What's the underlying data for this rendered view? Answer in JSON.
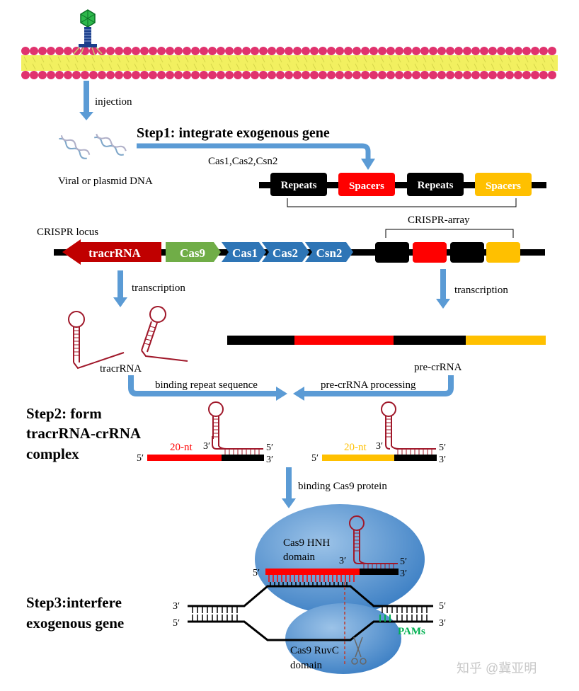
{
  "labels": {
    "injection": "injection",
    "viral_dna": "Viral or plasmid DNA",
    "step1": "Step1:  integrate exogenous gene",
    "cas_genes": "Cas1,Cas2,Csn2",
    "repeats": "Repeats",
    "spacers": "Spacers",
    "crispr_array": "CRISPR-array",
    "crispr_locus": "CRISPR locus",
    "tracrrna_gene": "tracrRNA",
    "cas9": "Cas9",
    "cas1": "Cas1",
    "cas2": "Cas2",
    "csn2": "Csn2",
    "transcription_left": "transcription",
    "transcription_right": "transcription",
    "tracrrna": "tracrRNA",
    "pre_crrna": "pre-crRNA",
    "binding_repeat": "binding repeat sequence",
    "pre_crrna_processing": "pre-crRNA processing",
    "step2_line1": "Step2: form",
    "step2_line2": "tracrRNA-crRNA",
    "step2_line3": "complex",
    "nt20_left": "20-nt",
    "nt20_right": "20-nt",
    "five_prime": "5′",
    "three_prime": "3′",
    "binding_cas9": "binding Cas9 protein",
    "hnh_line1": "Cas9 HNH",
    "hnh_line2": "domain",
    "ruvc_line1": "Cas9 RuvC",
    "ruvc_line2": "domain",
    "pams": "PAMs",
    "step3_line1": "Step3:interfere",
    "step3_line2": "exogenous gene",
    "watermark": "知乎 @冀亚明"
  },
  "colors": {
    "membrane_head": "#e0336e",
    "membrane_tail": "#f2f060",
    "arrow": "#5b9bd5",
    "repeat_black": "#000000",
    "spacer_red": "#ff0000",
    "spacer_yellow": "#ffc000",
    "tracr_darkred": "#c00000",
    "cas9_green": "#70ad47",
    "cas_blue": "#2e75b6",
    "rna_maroon": "#a0182a",
    "pam_green": "#00b050",
    "cas9_blob": "#5b9bd5"
  }
}
